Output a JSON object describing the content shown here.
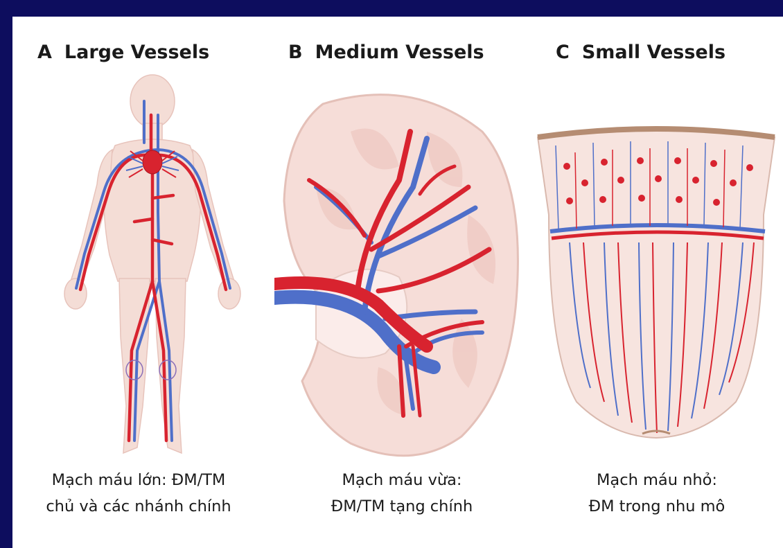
{
  "panels": [
    {
      "letter": "A",
      "title": "Large Vessels",
      "caption": [
        "Mạch máu lớn: ĐM/TM",
        "chủ và các nhánh chính"
      ]
    },
    {
      "letter": "B",
      "title": "Medium Vessels",
      "caption": [
        "Mạch máu vừa:",
        "ĐM/TM tạng chính"
      ]
    },
    {
      "letter": "C",
      "title": "Small Vessels",
      "caption": [
        "Mạch máu nhỏ:",
        "ĐM trong nhu mô"
      ]
    }
  ],
  "colors": {
    "background": "#0d0d5e",
    "artery": "#d8232f",
    "vein": "#4f6fc9",
    "tissue": "#f6ddd8"
  }
}
